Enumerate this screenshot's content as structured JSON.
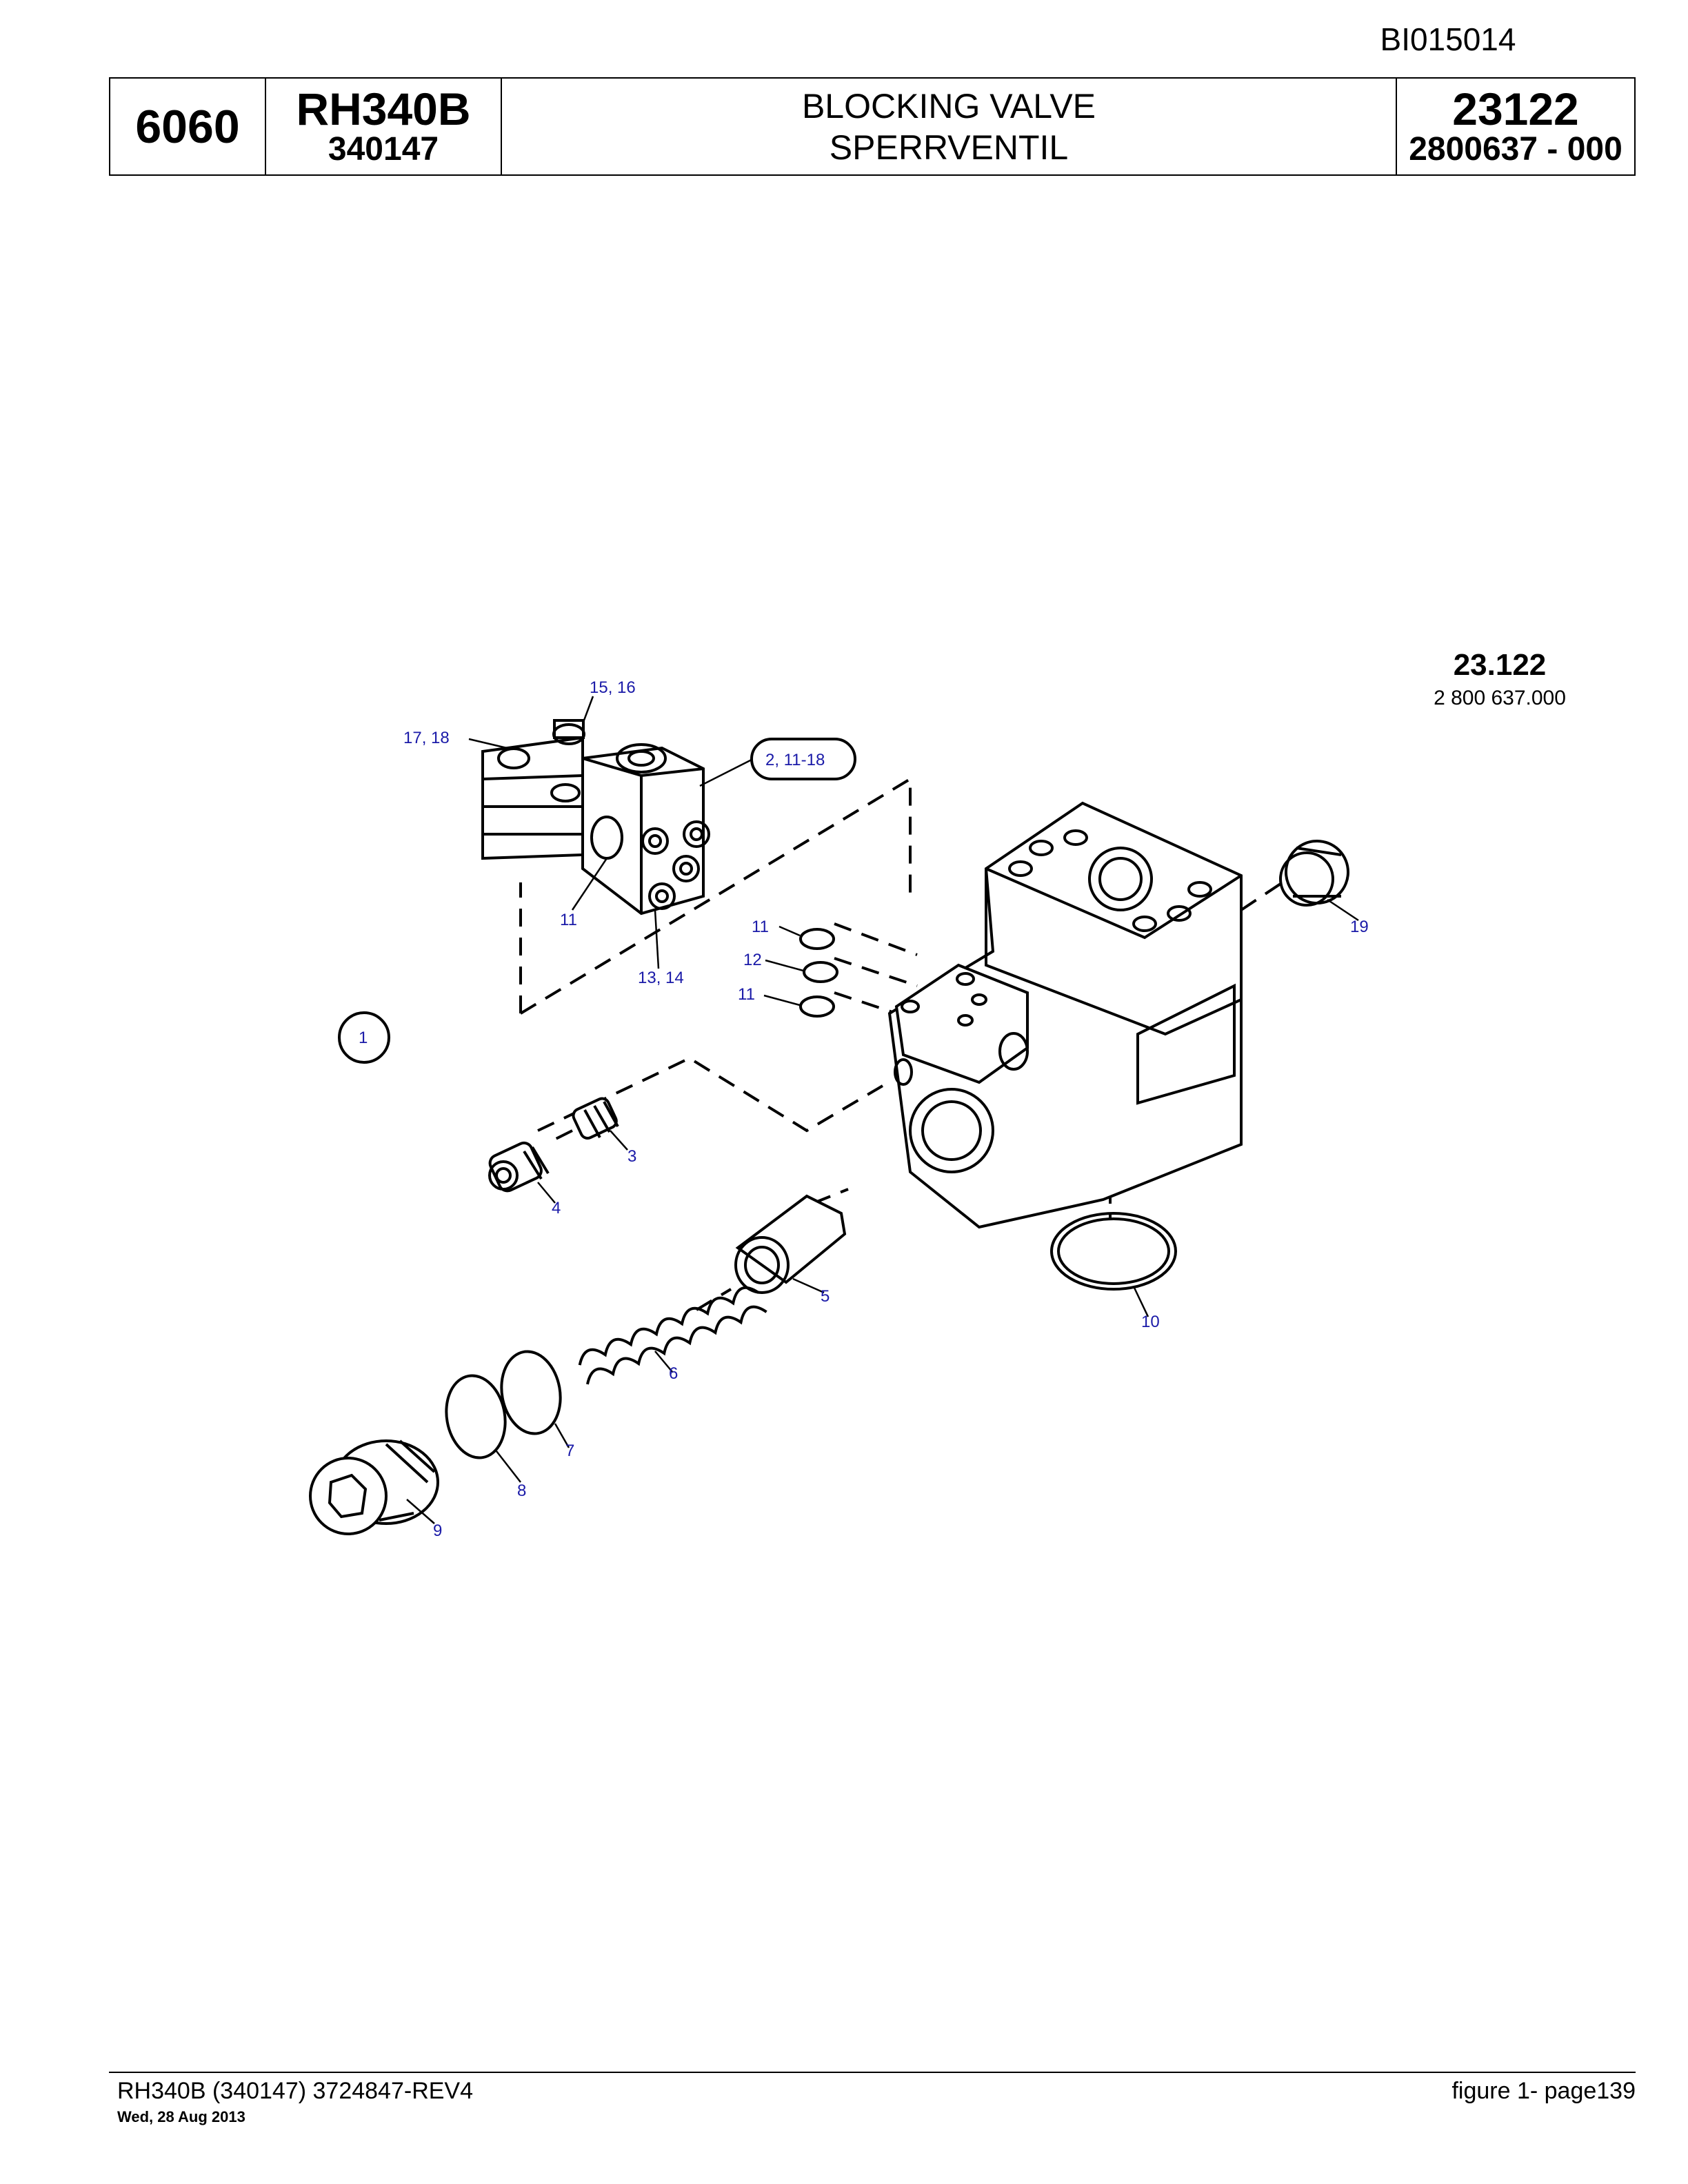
{
  "doc_id": "BI015014",
  "header": {
    "group": "6060",
    "model": "RH340B",
    "serial": "340147",
    "title_en": "BLOCKING VALVE",
    "title_de": "SPERRVENTIL",
    "figure_no": "23122",
    "part_no": "2800637  - 000"
  },
  "figure": {
    "label": "23.122",
    "number": "2 800 637.000"
  },
  "callouts": {
    "c1516": "15, 16",
    "c1718": "17, 18",
    "c211_18": "2, 11-18",
    "c11a": "11",
    "c1314": "13, 14",
    "c11b": "11",
    "c12": "12",
    "c11c": "11",
    "c19": "19",
    "c1": "1",
    "c3": "3",
    "c4": "4",
    "c5": "5",
    "c10": "10",
    "c6": "6",
    "c7": "7",
    "c8": "8",
    "c9": "9"
  },
  "footer": {
    "left": "RH340B (340147) 3724847-REV4",
    "date": "Wed, 28 Aug 2013",
    "right": "figure  1- page139"
  }
}
